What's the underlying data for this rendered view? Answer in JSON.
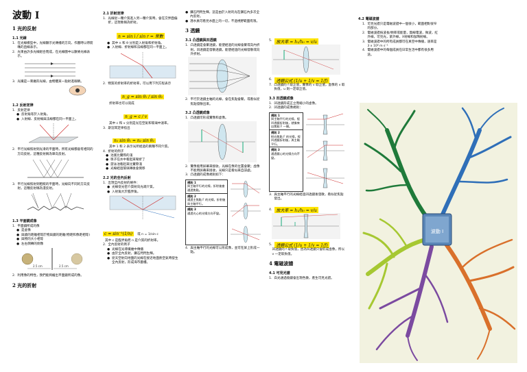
{
  "title": "波動 I",
  "sec1": {
    "heading": "1  光的反射",
    "s11": "1.1   光線",
    "s11_items": [
      {
        "n": "1.",
        "t": "在光線模型中，光線顯示光傳播的方向，作圖時以帶箭嘴的直線表示。"
      },
      {
        "n": "2.",
        "t": "光束由許多光線組合而成，在光線圖中以數條光線表示。"
      },
      {
        "n": "3.",
        "t": "光纖是一束錐形光線，由物體某一點射進眼睛。"
      }
    ],
    "s12": "1.2   反射定律",
    "s12_items": [
      {
        "n": "1.",
        "t": "反射定律"
      },
      {
        "n": "●",
        "t": "反射角等於入射角。"
      },
      {
        "n": "●",
        "t": "入射線、反射線與法線都在同一平面上。"
      },
      {
        "n": "2.",
        "t": "平行光線照射到光滑的平面時，所有光線都會有相同的方向反射，這種反射稱為單向反射。"
      },
      {
        "n": "3.",
        "t": "平行光線照射到粗糙的平面時，光線向不同的方向反射，這種反射稱為漫反射。"
      }
    ],
    "s13": "1.3   平面鏡成像",
    "s13_items": [
      {
        "n": "1.",
        "t": "平面鏡所成的像"
      },
      {
        "n": "●",
        "t": "是虛像"
      },
      {
        "n": "●",
        "t": "與鏡的距離相等於物與鏡的距離(物距和像距相等)"
      },
      {
        "n": "●",
        "t": "與物的大小相等"
      },
      {
        "n": "●",
        "t": "左右倒轉的側像"
      },
      {
        "n": "2.",
        "t": "利用像的特性，我們能夠繪出平面鏡所成的像。"
      }
    ],
    "sec2": "2   光的折射",
    "fig_dim1": "2.5 cm",
    "fig_dim2": "2.5 cm"
  },
  "col2": {
    "s21": "2.1   折射定律",
    "items_a": [
      {
        "n": "1.",
        "t": "光線從一種介質進入另一種介質時，會在交界面偏折，這現象稱為折射。"
      },
      {
        "n": "●",
        "t": "其中 n 和 θ 分別是入射角和折射角。"
      },
      {
        "n": "●",
        "t": "入射線、折射線和法線都在同一平面上。"
      }
    ],
    "eq1": "n = sin i / sin r = 常數",
    "items_b": [
      {
        "n": "2.",
        "t": "物質的折射率的折射率，可以用下列方程表示"
      },
      {
        "n": "",
        "t": "折射率也可以寫成"
      },
      {
        "n": "",
        "t": "其中 c 和 v 分別是光在空氣和玻璃中速率。"
      },
      {
        "n": "3.",
        "t": "斯涅耳定律指出"
      },
      {
        "n": "",
        "t": "其中 1 和 2 表示光所經過的兩種不同介質。"
      },
      {
        "n": "4.",
        "t": "折射的例子"
      },
      {
        "n": "●",
        "t": "池底比實際的淺"
      },
      {
        "n": "●",
        "t": "筷子在水中看起來彎折了"
      },
      {
        "n": "●",
        "t": "游泳池看起來比實際淺"
      },
      {
        "n": "●",
        "t": "光線經過玻璃磚後會側移"
      }
    ],
    "eq2": "n_g = sin θ₁ / sin θ₂",
    "eq3": "n_g = c / v",
    "eq4": "n₁ sin θ₁ = n₂ sin θ₂",
    "s22": "2.2   光的全內反射",
    "items_c": [
      {
        "n": "1.",
        "t": "出現全內反射的條件："
      },
      {
        "n": "●",
        "t": "光線從光密介質射向光疏介質。"
      },
      {
        "n": "●",
        "t": "入射角大於臨界角。"
      }
    ],
    "eq5": "c = sin⁻¹(1/n)",
    "eq5b": "或  n = 1/sin c",
    "items_d": [
      {
        "n": "",
        "t": "其中 c 是臨界角而 n 是介質的折射率。"
      },
      {
        "n": "2.",
        "t": "全內反射的例子"
      },
      {
        "n": "●",
        "t": "光線在光導纖維中傳播"
      },
      {
        "n": "●",
        "t": "由於全內反射，鑽石閃閃生輝。"
      },
      {
        "n": "●",
        "t": "從天空射向地面的光線在接近地面熱空氣時發生全內反射，形成海市蜃樓。"
      }
    ]
  },
  "col3": {
    "bullets_top": [
      {
        "n": "●",
        "t": "鑽石閃閃生輝，這是由於入射的光在鑽石內多次全內反射。"
      },
      {
        "n": "●",
        "t": "潛水員可看見水面上的一切，不過視野範圍有限。"
      }
    ],
    "sec3": "3   透鏡",
    "s31": "3.1   凸透鏡與凹透鏡",
    "s31_items": [
      {
        "n": "1.",
        "t": "凸透鏡是會聚透鏡，能使經過的光線會聚或向內折射。凹透鏡是發散透鏡，能使經過的光線發散或向外折射。"
      },
      {
        "n": "2.",
        "t": "平行於透鏡主軸的光線，會在焦點會聚，或看似從焦點發散出來。"
      }
    ],
    "s32": "3.2   凸透鏡成像",
    "s32_items": [
      {
        "n": "1.",
        "t": "凸透鏡可形成實像和虛像。"
      },
      {
        "n": "2.",
        "t": "實像能用屏幕來接收，光線在像的位置會聚；虛像不能用屏幕來接收，光線只是看似來自該處。"
      },
      {
        "n": "3.",
        "t": "凸透鏡的成像規則如下："
      }
    ],
    "rules": [
      {
        "k": "規則 1",
        "t": "與主軸平行的光線，折射後會通過焦點。"
      },
      {
        "k": "規則 2",
        "t": "通過主焦點 F 的光線，折射後與主軸平行。"
      },
      {
        "k": "規則 3",
        "t": "通過光心的光線方向不變。"
      }
    ],
    "s32_last": {
      "n": "4.",
      "t": "與主軸平行的光線可以形成像，並可在屏上形成一點。"
    }
  },
  "col4": {
    "eq_mag": "放大率 = h₁/h₀ = v/u",
    "eq_lens": "透鏡公式 (1/u + 1/v = 1/f)",
    "t7": "凸透鏡的 f 取正值，實像的 v 取正值，虛像的 v 取負值，u 則一定取正值。",
    "s33": "3.3   凹透鏡成像",
    "s33_items": [
      {
        "n": "1.",
        "t": "凹透鏡形成正立而縮小的虛像。"
      },
      {
        "n": "2.",
        "t": "凹透鏡的成像規則："
      }
    ],
    "rules": [
      {
        "k": "規則 1",
        "t": "與主軸平行的光線，經凹透鏡折射後，就像來自焦點 F 一樣。"
      },
      {
        "k": "規則 2",
        "t": "射向焦點 F 的光線，經凹透鏡折射後，與主軸平行。"
      },
      {
        "k": "規則 3",
        "t": "通過鏡心的光線方向不變。"
      }
    ],
    "s33_3": {
      "n": "3.",
      "t": "與主軸平行的光線經過凹透鏡後發散，看似從焦點發出。"
    },
    "n4": "4.",
    "n5": "5.",
    "t5": "凹透鏡的 f 取負值，因為凹透鏡只會形成虛像，所以 v 一定取負值。",
    "sec4": "4   電磁波譜",
    "s41": "4.1   可見光譜",
    "s41_items": [
      {
        "n": "1.",
        "t": "白光通過稜鏡會出現色散，產生可見光譜。"
      }
    ]
  },
  "col5": {
    "s42": "4.2   電磁波譜",
    "items": [
      {
        "n": "1.",
        "t": "可見光譜只是電磁波譜中一個很小，範圍相對很窄的部分。"
      },
      {
        "n": "2.",
        "t": "電磁波譜按波長/頻率或能量，無線電波，微波，紅外線，可見光，紫外線，X射線和伽瑪射線。"
      },
      {
        "n": "3.",
        "t": "電磁波譜中的所有成員都可在真空中傳播，速率是 3 x 10⁸ m s⁻¹"
      },
      {
        "n": "4.",
        "t": "電磁波譜中的每個成員在日常生活中都有很多用途。"
      }
    ],
    "mindmap_center": "波動 I",
    "branch_colors": [
      "#1f7a3a",
      "#2f6fb8",
      "#a6c832",
      "#d9702b",
      "#7b4aa0"
    ]
  }
}
